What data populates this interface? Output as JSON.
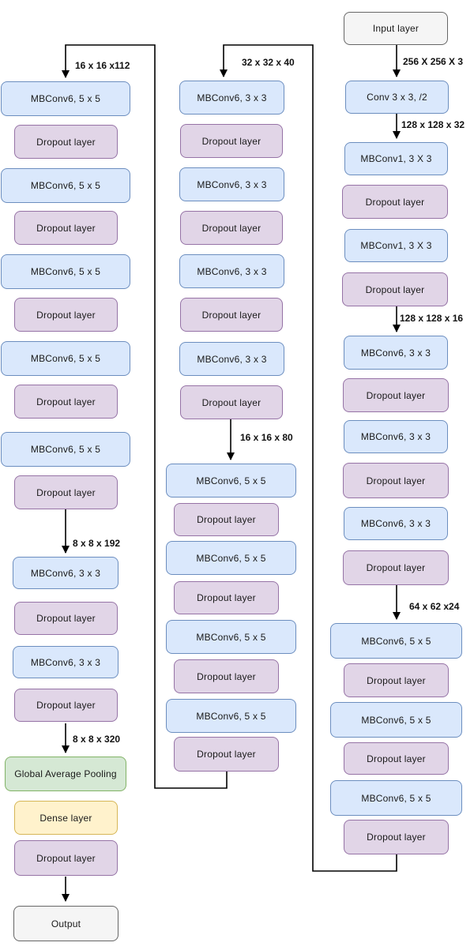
{
  "colors": {
    "mbconv_fill": "#dae8fc",
    "mbconv_stroke": "#6c8ebf",
    "dropout_fill": "#e1d5e7",
    "dropout_stroke": "#9673a6",
    "pool_fill": "#d5e8d4",
    "pool_stroke": "#82b366",
    "dense_fill": "#fff2cc",
    "dense_stroke": "#d6b656",
    "io_fill": "#f5f5f5",
    "io_stroke": "#666666",
    "connector": "#000000"
  },
  "columns": {
    "left": {
      "boxes": [
        {
          "label": "MBConv6, 5 x 5",
          "type": "mbconv"
        },
        {
          "label": "Dropout layer",
          "type": "dropout"
        },
        {
          "label": "MBConv6, 5 x 5",
          "type": "mbconv"
        },
        {
          "label": "Dropout layer",
          "type": "dropout"
        },
        {
          "label": "MBConv6, 5 x 5",
          "type": "mbconv"
        },
        {
          "label": "Dropout layer",
          "type": "dropout"
        },
        {
          "label": "MBConv6, 5 x 5",
          "type": "mbconv"
        },
        {
          "label": "Dropout layer",
          "type": "dropout"
        },
        {
          "label": "MBConv6, 5 x 5",
          "type": "mbconv"
        },
        {
          "label": "Dropout layer",
          "type": "dropout"
        },
        {
          "label": "MBConv6, 3 x 3",
          "type": "mbconv"
        },
        {
          "label": "Dropout layer",
          "type": "dropout"
        },
        {
          "label": "MBConv6, 3 x 3",
          "type": "mbconv"
        },
        {
          "label": "Dropout layer",
          "type": "dropout"
        },
        {
          "label": "Global Average Pooling",
          "type": "pool"
        },
        {
          "label": "Dense layer",
          "type": "dense"
        },
        {
          "label": "Dropout layer",
          "type": "dropout"
        },
        {
          "label": "Output",
          "type": "io"
        }
      ]
    },
    "middle": {
      "boxes": [
        {
          "label": "MBConv6, 3 x 3",
          "type": "mbconv"
        },
        {
          "label": "Dropout layer",
          "type": "dropout"
        },
        {
          "label": "MBConv6, 3 x 3",
          "type": "mbconv"
        },
        {
          "label": "Dropout layer",
          "type": "dropout"
        },
        {
          "label": "MBConv6, 3 x 3",
          "type": "mbconv"
        },
        {
          "label": "Dropout layer",
          "type": "dropout"
        },
        {
          "label": "MBConv6, 3 x 3",
          "type": "mbconv"
        },
        {
          "label": "Dropout layer",
          "type": "dropout"
        },
        {
          "label": "MBConv6, 5 x 5",
          "type": "mbconv"
        },
        {
          "label": "Dropout layer",
          "type": "dropout"
        },
        {
          "label": "MBConv6, 5 x 5",
          "type": "mbconv"
        },
        {
          "label": "Dropout layer",
          "type": "dropout"
        },
        {
          "label": "MBConv6, 5 x 5",
          "type": "mbconv"
        },
        {
          "label": "Dropout layer",
          "type": "dropout"
        },
        {
          "label": "MBConv6, 5 x 5",
          "type": "mbconv"
        },
        {
          "label": "Dropout layer",
          "type": "dropout"
        }
      ]
    },
    "right": {
      "boxes": [
        {
          "label": "Input layer",
          "type": "io"
        },
        {
          "label": "Conv 3 x 3, /2",
          "type": "mbconv"
        },
        {
          "label": "MBConv1, 3 X 3",
          "type": "mbconv"
        },
        {
          "label": "Dropout layer",
          "type": "dropout"
        },
        {
          "label": "MBConv1, 3 X 3",
          "type": "mbconv"
        },
        {
          "label": "Dropout layer",
          "type": "dropout"
        },
        {
          "label": "MBConv6, 3 x 3",
          "type": "mbconv"
        },
        {
          "label": "Dropout layer",
          "type": "dropout"
        },
        {
          "label": "MBConv6, 3 x 3",
          "type": "mbconv"
        },
        {
          "label": "Dropout layer",
          "type": "dropout"
        },
        {
          "label": "MBConv6, 3 x 3",
          "type": "mbconv"
        },
        {
          "label": "Dropout layer",
          "type": "dropout"
        },
        {
          "label": "MBConv6, 5 x 5",
          "type": "mbconv"
        },
        {
          "label": "Dropout layer",
          "type": "dropout"
        },
        {
          "label": "MBConv6, 5 x 5",
          "type": "mbconv"
        },
        {
          "label": "Dropout layer",
          "type": "dropout"
        },
        {
          "label": "MBConv6, 5 x 5",
          "type": "mbconv"
        },
        {
          "label": "Dropout layer",
          "type": "dropout"
        }
      ]
    }
  },
  "dimension_labels": {
    "input": "256 X 256 X 3",
    "stem": "128 x 128 x 32",
    "stage2": "128 x 128 x 16",
    "stage4": "64 x 62 x24",
    "middle_top": "32 x 32 x 40",
    "middle_stage": "16 x 16 x 80",
    "left_top": "16 x 16 x112",
    "left_stage": "8 x 8 x 192",
    "head": "8 x 8 x 320"
  }
}
